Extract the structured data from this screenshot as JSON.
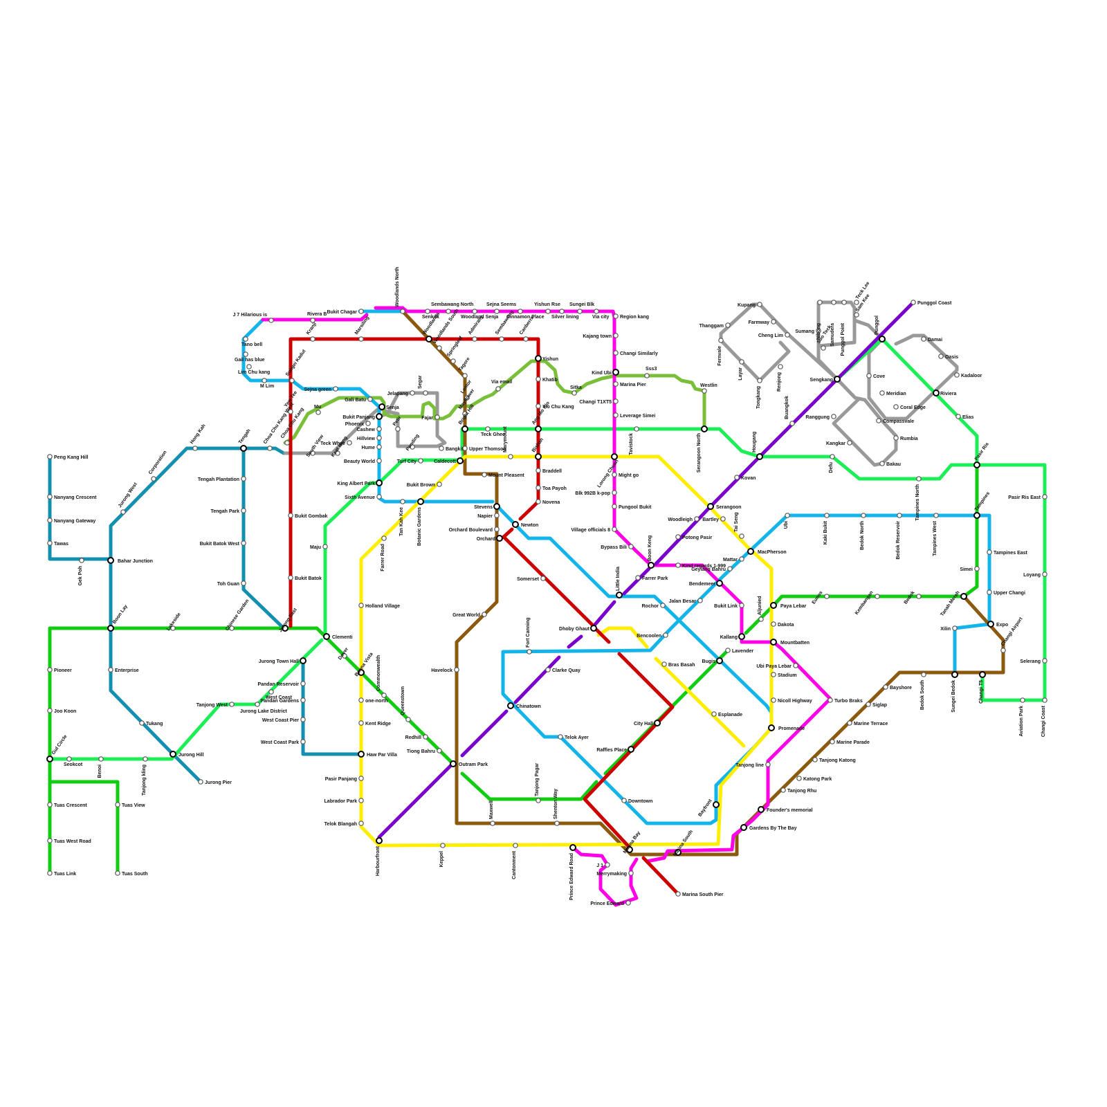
{
  "map": {
    "lines": [
      {
        "id": "red",
        "color": "#cc0000"
      },
      {
        "id": "purple",
        "color": "#7a00cc"
      },
      {
        "id": "cyan",
        "color": "#12b4ea"
      },
      {
        "id": "yellow",
        "color": "#ffee00"
      },
      {
        "id": "magenta",
        "color": "#ff00e6"
      },
      {
        "id": "teal",
        "color": "#138fb0"
      },
      {
        "id": "brown",
        "color": "#8b5a0f"
      },
      {
        "id": "green",
        "color": "#11cc11"
      },
      {
        "id": "lime",
        "color": "#1cee55"
      },
      {
        "id": "olive",
        "color": "#7abf3a"
      },
      {
        "id": "grey",
        "color": "#999999"
      }
    ],
    "stations": {
      "peng_kang_hill": "Peng Kang Hill",
      "nanyang_crescent": "Nanyang Crescent",
      "nanyang_gateway": "Nanyang Gateway",
      "tawas": "Tawas",
      "gek_poh": "Gek Poh",
      "bahar_junction": "Bahar Junction",
      "corporation": "Corporation",
      "hong_kah": "Hong Kah",
      "jurong_west": "Jurong West",
      "tengah": "Tengah",
      "tengah_plantation": "Tengah Plantation",
      "tengah_park": "Tengah Park",
      "bukit_batok_west": "Bukit Batok West",
      "toh_guan": "Toh Guan",
      "boon_lay": "Boon Lay",
      "lakeside": "Lakeside",
      "chinese_garden": "Chinese Garden",
      "jurong_east": "Jurong East",
      "pioneer": "Pioneer",
      "enterprise": "Enterprise",
      "joo_koon": "Joo Koon",
      "gul_circle": "Gul Circle",
      "seokcot": "Seokcot",
      "benoi": "Benoi",
      "tanjong_kling": "Tanjong kling",
      "tukang": "Tukang",
      "jurong_hill": "Jurong Hill",
      "jurong_pier": "Jurong Pier",
      "tuas_crescent": "Tuas Crescent",
      "tuas_view": "Tuas View",
      "tuas_west_road": "Tuas West Road",
      "tuas_link": "Tuas Link",
      "tuas_south": "Tuas South",
      "tanjong_west": "Tanjong West",
      "jurong_lake_district": "Jurong Lake District",
      "west_coast": "West Coast",
      "jurong_town_hall": "Jurong Town Hall",
      "pandan_reservoir": "Pandan Reservoir",
      "pandan_gardens": "Pandan Gardens",
      "west_coast_pier": "West Coast Pier",
      "west_coast_park": "West Coast Park",
      "j7_hilarious_is": "J 7 Hilarious is",
      "rivera_b": "Rivera B",
      "bukit_chagar": "Bukit Chagar",
      "tano_bell": "Tano bell",
      "gail_has_blue": "Gail has blue",
      "lim_chu_kang": "Lim Chu kang",
      "m_lim": "M Lim",
      "sungei_kadut": "Sungei Kadut",
      "kranji": "Kranji",
      "marsiling": "Marsiling",
      "yew_tee": "Yew Tee",
      "choa_chu_kang_west": "Choa Chu Kang West",
      "choa_chu_kang": "Choa Chu Kang",
      "south_view": "South View",
      "keat_hong": "Keat Hong",
      "teck_whye": "Teck Whye",
      "sejna_green": "Sejna green",
      "gali_batu": "Gali Batu",
      "mu": "Mu",
      "senja": "Senja",
      "bukit_panjang": "Bukit Panjang",
      "phoenix": "Phoenix",
      "cashew": "Cashew",
      "hillview": "Hillview",
      "hume": "Hume",
      "beauty_world": "Beauty World",
      "king_albert_park": "King Albert Park",
      "sixth_avenue": "Sixth Avenue",
      "bukit_gombak": "Bukit Gombak",
      "bukit_batok": "Bukit Batok",
      "maju": "Maju",
      "clementi": "Clementi",
      "dover": "Dover",
      "buona_vista": "Buona Vista",
      "commonwealth": "Commonwealth",
      "one_north": "one-north",
      "queenstown": "Queenstown",
      "kent_ridge": "Kent Ridge",
      "redhill": "Redhill",
      "tiong_bahru": "Tiong Bahru",
      "haw_par_villa": "Haw Par Villa",
      "pasir_panjang": "Pasir Panjang",
      "labrador_park": "Labrador Park",
      "telok_blangah": "Telok Blangah",
      "harbourfront": "Harbourfront",
      "holland_village": "Holland Village",
      "farrer_road": "Farrer Road",
      "tan_kah_kee": "Tan Kah Kee",
      "botanic_gardens": "Botanic Gardens",
      "bukit_brown": "Bukit Brown",
      "jelapang": "Jelapang",
      "segar": "Segar",
      "fajar": "Fajar",
      "petir": "Petir",
      "pending": "Pending",
      "bangkit": "Bangkit",
      "turf_city": "Turf City",
      "caldecott": "Caldecott",
      "upper_thomson": "Upper Thomson",
      "mount_pleasent": "Mount Pleasent",
      "bright_hill": "Bright Hill",
      "mayflower": "Mayflower",
      "lentor": "Lentor",
      "tagore": "Tagore",
      "springleaf": "Springleaf",
      "woodlands_south": "Woodlands South",
      "woodlands": "Woodlands",
      "woodlands_north": "Woodlands North",
      "senkok": "Senkok",
      "sembawang_north": "Sembawang North",
      "woodland_senja": "Woodland Senja",
      "sejna_seems": "Sejna Seems",
      "cinnamon_place": "Cinnamon Place",
      "yishun_rse": "Yishun Rse",
      "silver_lining": "Silver lining",
      "sungei_blk": "Sungei Blk",
      "via_city": "Via city",
      "region_kang": "Region kang",
      "kajang_town": "Kajang town",
      "changi_similarly": "Changi Similarly",
      "kind_ubi": "Kind Ubi",
      "marina_pier": "Marina Pier",
      "changi_t1xt5": "Changi T1XT5",
      "leverage_simei": "Leverage Simei",
      "sss3": "Sss3",
      "westlin": "Westlin",
      "sitka": "Sitka",
      "admiralty": "Admiralty",
      "sembawang": "Sembawang",
      "canberra": "Canberra",
      "yishun": "Yishun",
      "khatib": "Khatib",
      "yio_chu_kang": "Yio Chu Kang",
      "ang_mo_kio": "Ang Mo Kio",
      "via_email": "Via email",
      "teck_ghee": "Teck Ghee",
      "marymount": "Marymount",
      "bishan": "Bishan",
      "braddell": "Braddell",
      "toa_payoh": "Toa Payoh",
      "novena": "Novena",
      "newton": "Newton",
      "stevens": "Stevens",
      "napier": "Napier",
      "orchard_boulevard": "Orchard Boulevard",
      "orchard": "Orchard",
      "somerset": "Somerset",
      "dhoby_ghaut": "Dhoby Ghaut",
      "great_world": "Great World",
      "havelock": "Havelock",
      "outram_park": "Outram Park",
      "maxwell": "Maxwell",
      "shenton_way": "Shenton Way",
      "tanjong_pagar": "Tanjong Pagar",
      "chinatown": "Chinatown",
      "clarke_quay": "Clarke Quay",
      "fort_canning": "Fort Canning",
      "telok_ayer": "Telok Ayer",
      "downtown": "Downtown",
      "raffles_place": "Raffles Place",
      "city_hall": "City Hall",
      "bras_basah": "Bras Basah",
      "esplanade": "Esplanade",
      "bencoolen": "Bencoolen",
      "rochor": "Rochor",
      "little_india": "Little India",
      "farrer_park": "Farrer Park",
      "boon_keng": "Boon Keng",
      "bypass_bili": "Bypass Bili",
      "village_officials_8": "Village officials 8",
      "pungool_bukit": "Pungool Bukit",
      "blk_992b_k_pop": "Blk 992B k-pop",
      "might_go": "Might go",
      "lorong_chuan": "Lorong Chuan",
      "tavistock": "Tavistock",
      "serangoon_north": "Serangoon North",
      "serangoon": "Serangoon",
      "woodleigh": "Woodleigh",
      "potong_pasir": "Potong Pasir",
      "bartley": "Bartley",
      "tai_seng": "Tai Seng",
      "kind_regards": "Kind regards 1-999",
      "geylang_bahru": "Geylang Bahru",
      "bendemeer": "Bendemeer",
      "jalan_besar": "Jalan Besar",
      "bugis": "Bugis",
      "kallang": "Kallang",
      "lavender": "Lavender",
      "bukit_link": "Bukit Link",
      "aljunied": "Aljunied",
      "mattar": "Mattar",
      "macpherson": "MacPherson",
      "ubi": "Ubi",
      "paya_lebar": "Paya Lebar",
      "dakota": "Dakota",
      "mountbatten": "Mountbatten",
      "ubi_paya_lebar": "Ubi Paya Lebar",
      "stadium": "Stadium",
      "nicoll_highway": "Nicoll Highway",
      "promenade": "Promenade",
      "tanjong_line": "Tanjong line",
      "bayfront": "Bayfront",
      "founders_memorial": "Founder's memorial",
      "gardens_by_the_bay": "Gardens By The Bay",
      "marina_south": "Marina South",
      "marina_south_pier": "Marina South Pier",
      "marina_bay": "Marina Bay",
      "merrymaking": "Merrymaking",
      "j1": "J 1",
      "prince_edward": "Prince Edward",
      "prince_edward_road": "Prince Edward Road",
      "cantonment": "Cantonment",
      "keppel": "Keppel",
      "turbo_braks": "Turbo Braks",
      "siglap": "Siglap",
      "bayshore": "Bayshore",
      "marine_terrace": "Marine Terrace",
      "marine_parade": "Marine Parade",
      "tanjong_katong": "Tanjong Katong",
      "katong_park": "Katong Park",
      "tanjong_rhu": "Tanjong Rhu",
      "hougang": "Hougang",
      "kovan": "Kovan",
      "buangkok": "Buangkok",
      "sengkang": "Sengkang",
      "punggol": "Punggol",
      "punggol_coast": "Punggol Coast",
      "defu": "Defu",
      "eunos": "Eunos",
      "kembangan": "Kembangan",
      "bedok": "Bedok",
      "kaki_bukit": "Kaki Bukit",
      "bedok_north": "Bedok North",
      "bedok_reservoir": "Bedok Reservoir",
      "tampines_west": "Tampines West",
      "tampines": "Tampines",
      "tampines_north": "Tampines North",
      "tampines_east": "Tampines East",
      "upper_changi": "Upper Changi",
      "simei": "Simei",
      "tanah_merah": "Tanah Merah",
      "expo": "Expo",
      "xilin": "Xilin",
      "changi_airport": "Changi Airport",
      "pasir_ris": "Pasir Ris",
      "pasir_ris_east": "Pasir Ris East",
      "loyang": "Loyang",
      "selerang": "Selerang",
      "changi_coast": "Changi Coast",
      "aviation_park": "Aviation Park",
      "changi_t5": "Changi T5",
      "sungei_bedok": "Sungei Bedok",
      "bedok_south": "Bedok South",
      "riviera": "Riviera",
      "elias": "Elias",
      "damai": "Damai",
      "oasis": "Oasis",
      "kadaloor": "Kadaloor",
      "cove": "Cove",
      "meridian": "Meridian",
      "coral_edge": "Coral Edge",
      "compassvale": "Compassvale",
      "rumbia": "Rumbia",
      "bakau": "Bakau",
      "ranggung": "Ranggung",
      "kangkar": "Kangkar",
      "sumang": "Sumang",
      "soo_teck": "Soo Teck",
      "nibong": "Nibong",
      "samudera": "Samudera",
      "punggol_point": "Punggol Point",
      "teck_lee": "Teck Lee",
      "sam_kee": "Sam Kee",
      "kupang": "Kupang",
      "thanggam": "Thanggam",
      "farmway": "Farmway",
      "cheng_lim": "Cheng Lim",
      "fernvale": "Fernvale",
      "layar": "Layar",
      "tongkang": "Tongkang",
      "renjong": "Renjong"
    }
  }
}
